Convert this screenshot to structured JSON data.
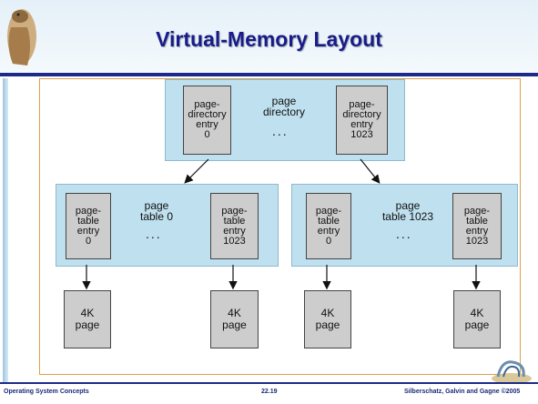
{
  "slide": {
    "title": "Virtual-Memory Layout",
    "footer_left": "Operating System Concepts",
    "footer_center": "22.19",
    "footer_right": "Silberschatz, Galvin and Gagne ©2005"
  },
  "diagram": {
    "page_directory": {
      "label": "page\ndirectory",
      "entry_first": "page-\ndirectory\nentry\n0",
      "entry_last": "page-\ndirectory\nentry\n1023",
      "ellipsis": "..."
    },
    "page_tables": [
      {
        "label": "page\ntable 0",
        "entry_first": "page-\ntable\nentry\n0",
        "entry_last": "page-\ntable\nentry\n1023",
        "ellipsis": "..."
      },
      {
        "label": "page\ntable 1023",
        "entry_first": "page-\ntable\nentry\n0",
        "entry_last": "page-\ntable\nentry\n1023",
        "ellipsis": "..."
      }
    ],
    "pages": [
      "4K\npage",
      "4K\npage",
      "4K\npage",
      "4K\npage"
    ]
  },
  "colors": {
    "title": "#1a1a8a",
    "panel": "#bfe0ef",
    "entry": "#cdcdcd",
    "frame_border": "#d9a24b"
  }
}
